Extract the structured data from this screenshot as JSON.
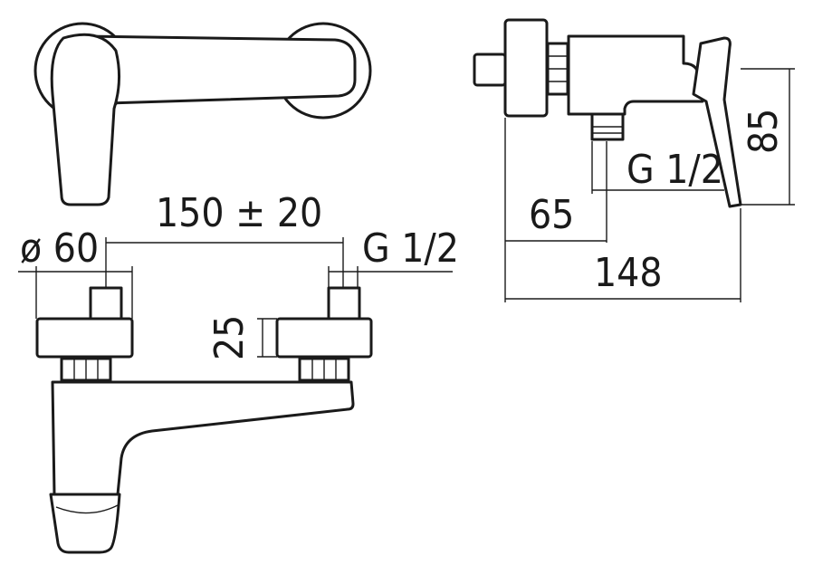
{
  "dimensions": {
    "center_distance": "150 ± 20",
    "diameter": "ø 60",
    "thread_left": "G 1/2",
    "height_small": "25",
    "thread_right": "G 1/2",
    "depth": "65",
    "total_depth": "148",
    "height": "85"
  },
  "colors": {
    "line": "#1a1a1a",
    "fill": "#ffffff"
  }
}
